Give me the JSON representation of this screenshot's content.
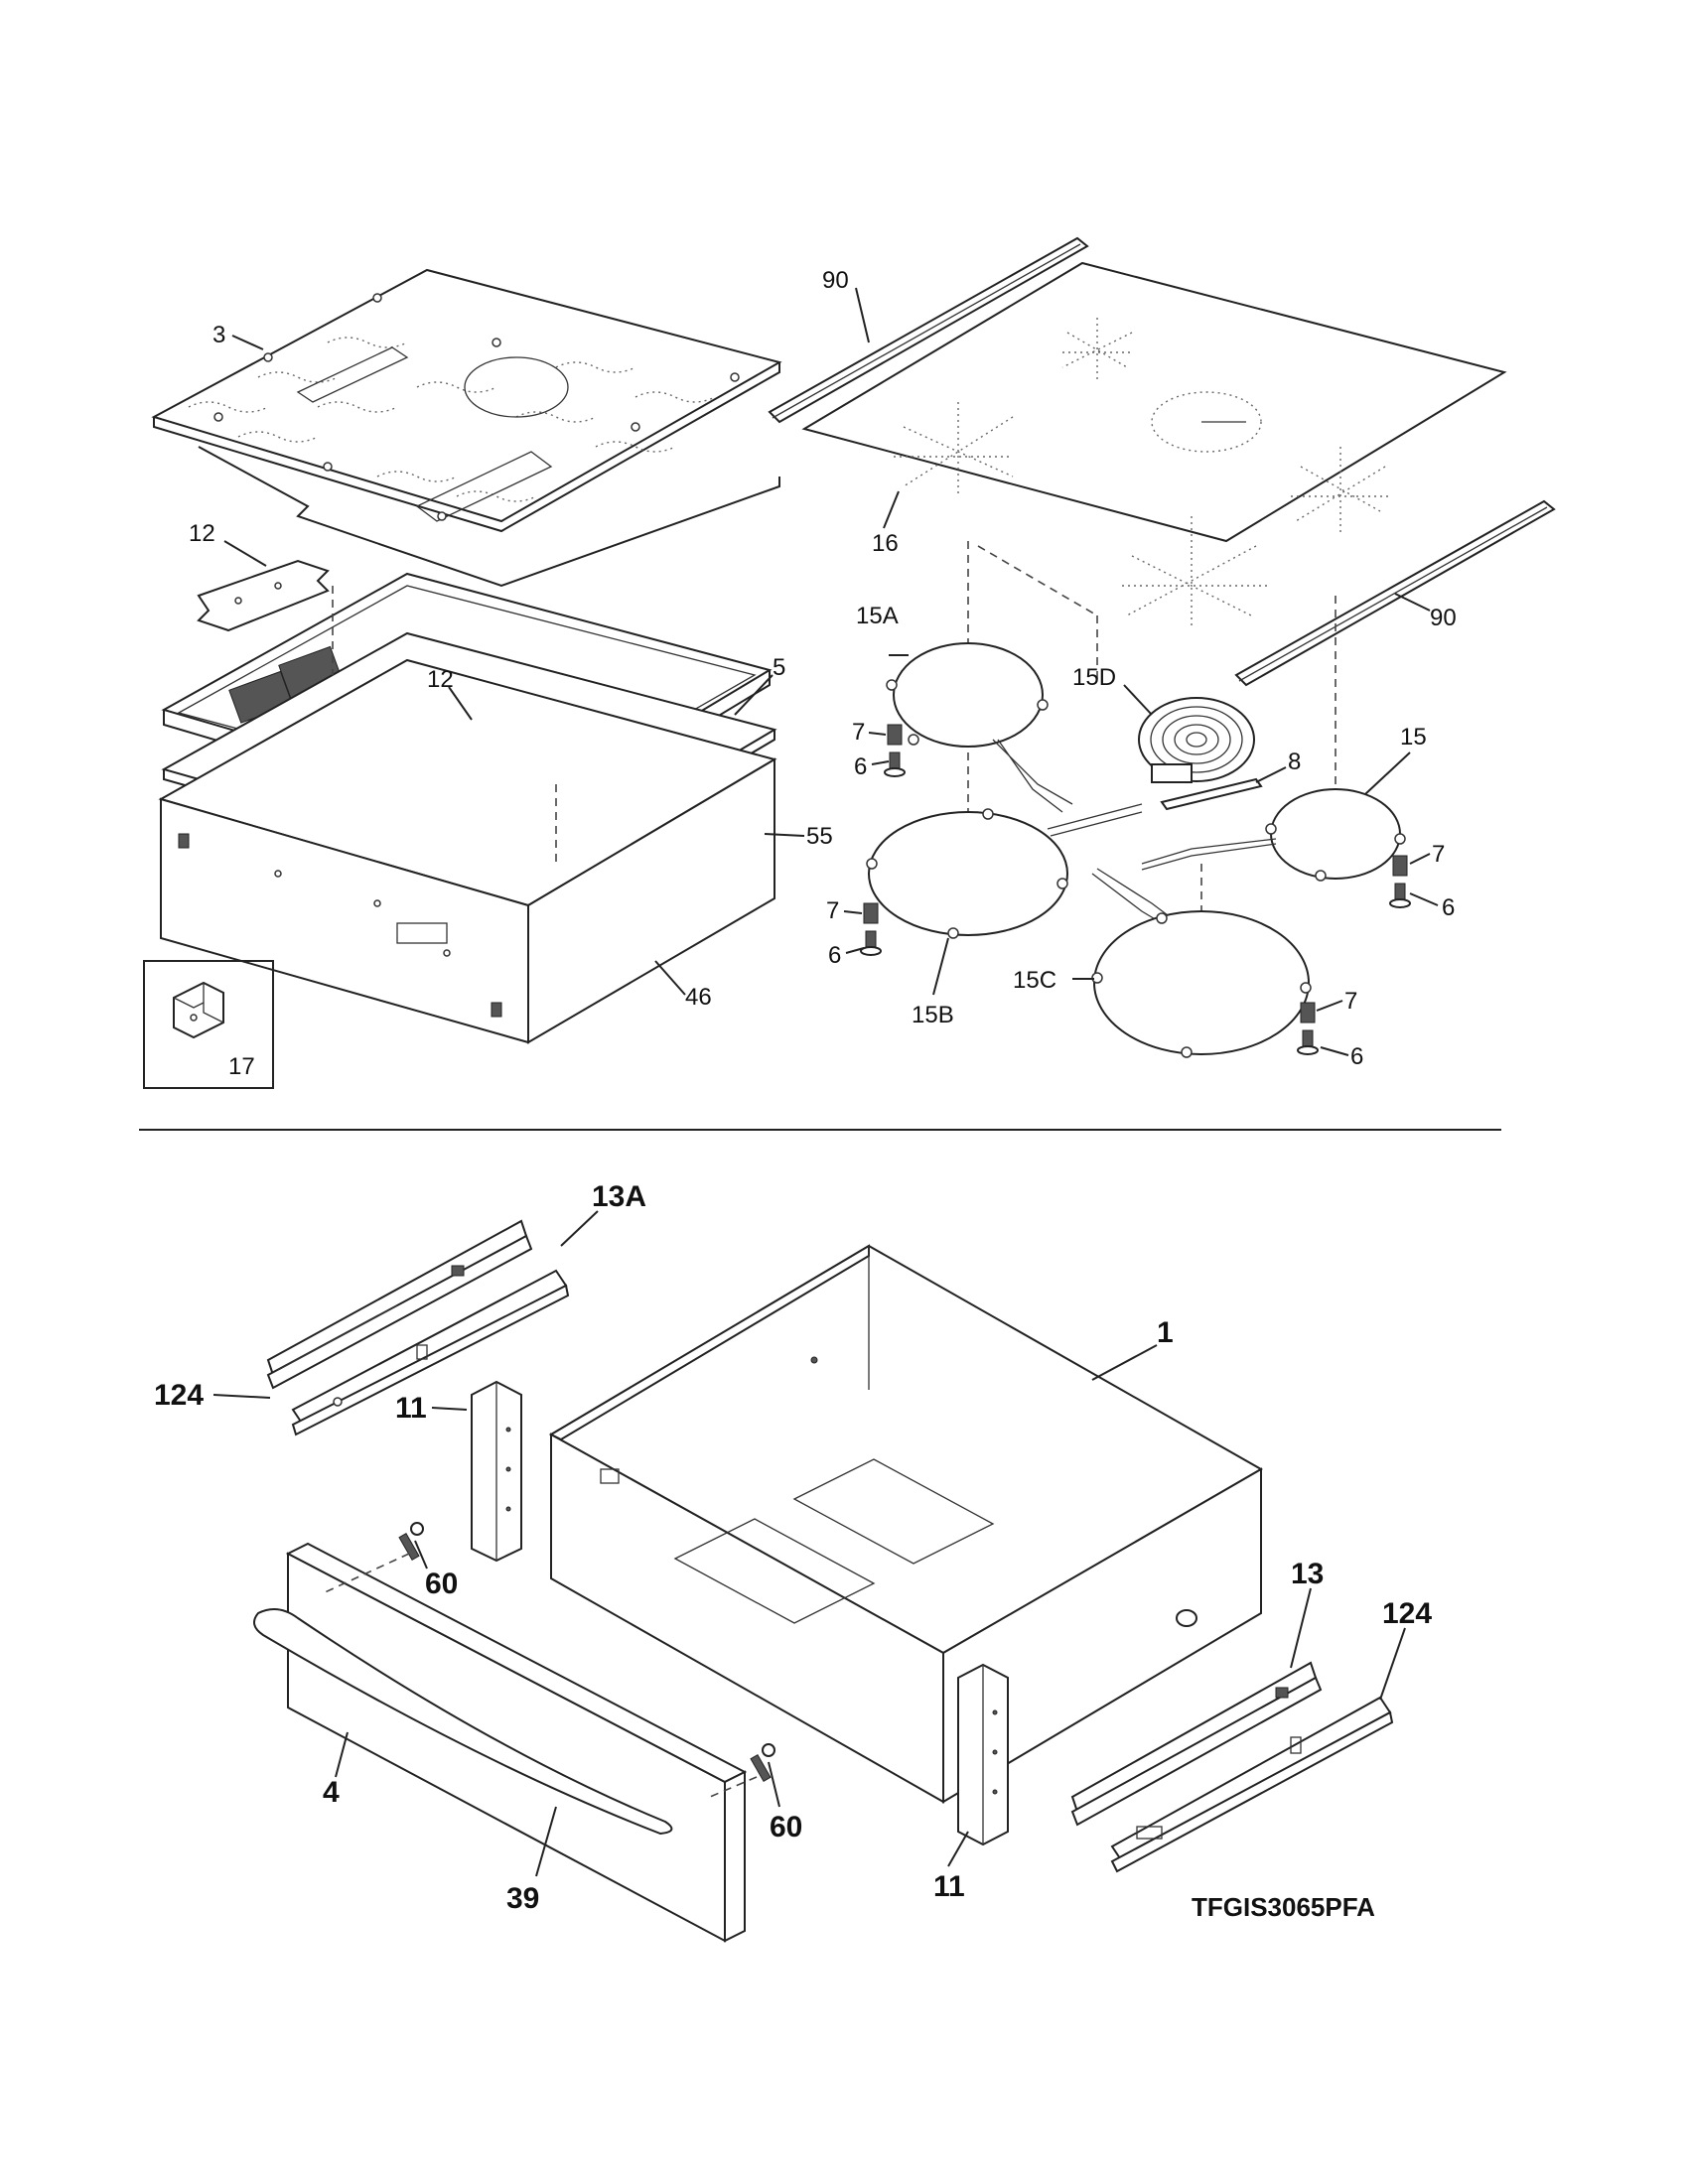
{
  "top_section": {
    "callouts": {
      "c3": "3",
      "c12a": "12",
      "c12b": "12",
      "c5": "5",
      "c55": "55",
      "c46": "46",
      "c17": "17",
      "c90a": "90",
      "c90b": "90",
      "c16": "16",
      "c15A": "15A",
      "c15D": "15D",
      "c15": "15",
      "c8": "8",
      "c7a": "7",
      "c6a": "6",
      "c7b": "7",
      "c6b": "6",
      "c7c": "7",
      "c6c": "6",
      "c7d": "7",
      "c6d": "6",
      "c15B": "15B",
      "c15C": "15C"
    }
  },
  "bottom_section": {
    "callouts": {
      "c13A": "13A",
      "c124a": "124",
      "c1": "1",
      "c11a": "11",
      "c60a": "60",
      "c4": "4",
      "c39": "39",
      "c60b": "60",
      "c11b": "11",
      "c13": "13",
      "c124b": "124"
    },
    "model_code": "TFGIS3065PFA"
  }
}
